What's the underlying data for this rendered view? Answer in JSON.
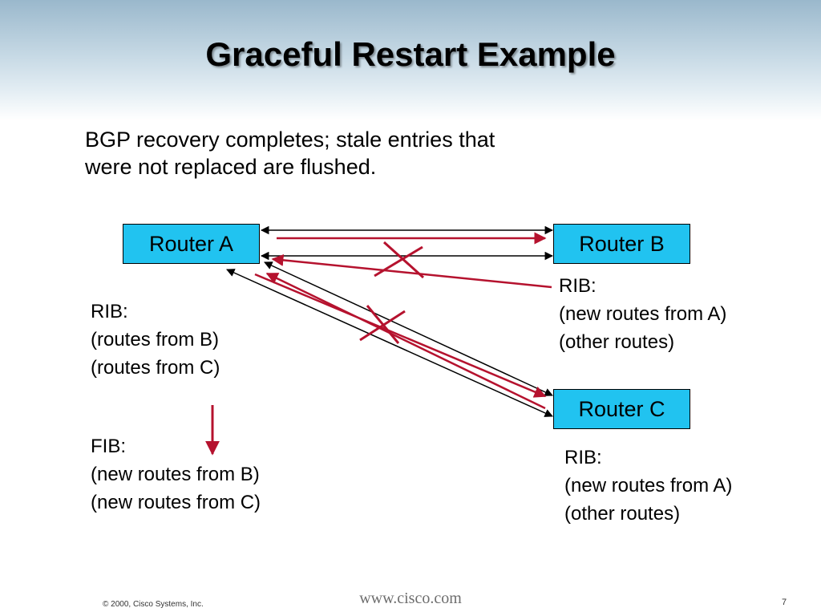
{
  "slide": {
    "title": "Graceful Restart Example",
    "caption_lines": [
      "BGP recovery completes; stale entries that",
      "were not replaced are flushed."
    ]
  },
  "routers": {
    "a": "Router A",
    "b": "Router B",
    "c": "Router C"
  },
  "router_a_tables": {
    "rib_label": "RIB:",
    "rib_rows": [
      "(routes from B)",
      "(routes from C)"
    ],
    "fib_label": "FIB:",
    "fib_rows": [
      "(new routes from B)",
      "(new routes from C)"
    ]
  },
  "router_b_table": {
    "rib_label": "RIB:",
    "rib_rows": [
      "(new routes from A)",
      "(other routes)"
    ]
  },
  "router_c_table": {
    "rib_label": "RIB:",
    "rib_rows": [
      "(new routes from A)",
      "(other routes)"
    ]
  },
  "footer": {
    "copyright": "© 2000, Cisco Systems, Inc.",
    "url": "www.cisco.com",
    "page_number": "7"
  },
  "colors": {
    "router_fill": "#21c3f0",
    "accent_red": "#b5122e"
  }
}
